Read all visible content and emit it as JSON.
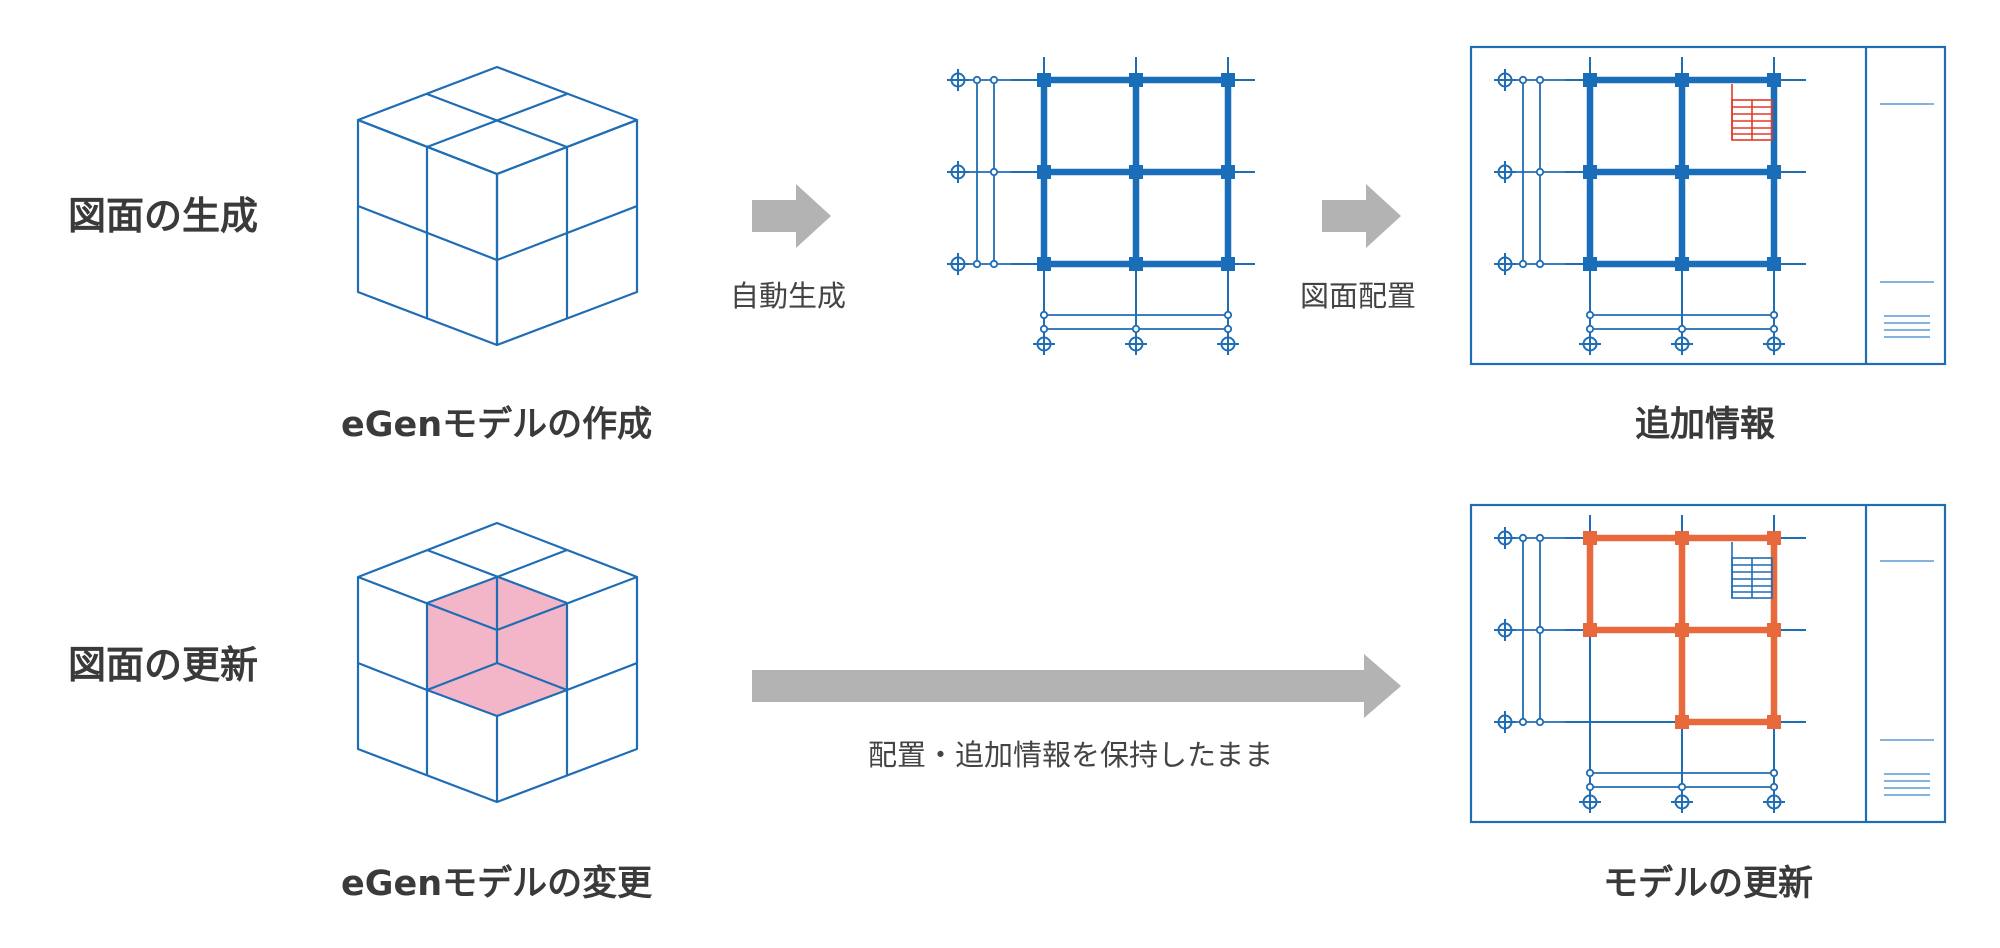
{
  "rows": [
    {
      "title": "図面の生成"
    },
    {
      "title": "図面の更新"
    }
  ],
  "captions": {
    "model_create": "eGenモデルの作成",
    "model_change": "eGenモデルの変更",
    "additional_info": "追加情報",
    "model_update": "モデルの更新"
  },
  "arrows": {
    "auto_generate": "自動生成",
    "drawing_layout": "図面配置",
    "keep_info": "配置・追加情報を保持したまま"
  },
  "colors": {
    "line_blue": "#1f6db5",
    "beam_blue": "#1a6db8",
    "highlight_orange": "#e8693c",
    "table_red": "#e23b2a",
    "changed_pink": "#f2b6c8",
    "arrow_gray": "#b3b3b3"
  }
}
